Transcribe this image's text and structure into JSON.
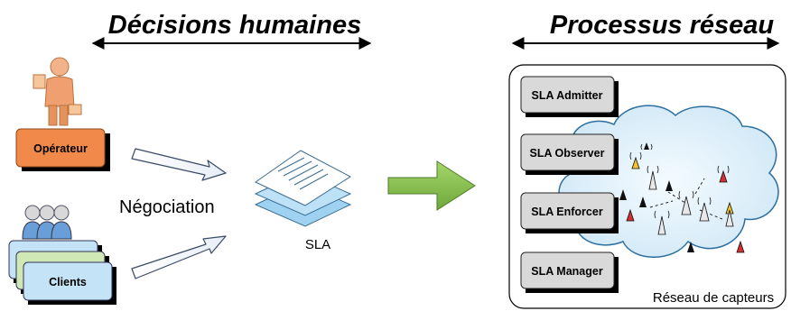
{
  "header": {
    "left_title": "Décisions humaines",
    "right_title": "Processus réseau"
  },
  "actors": {
    "operator_label": "Opérateur",
    "clients_label": "Clients",
    "negotiation_label": "Négociation",
    "sla_label": "SLA"
  },
  "network": {
    "modules": [
      {
        "label": "SLA Admitter"
      },
      {
        "label": "SLA Observer"
      },
      {
        "label": "SLA Enforcer"
      },
      {
        "label": "SLA Manager"
      }
    ],
    "cloud_label": "Réseau de capteurs"
  },
  "colors": {
    "operator_fill": "#f0894a",
    "client_blue": "#c5e3f6",
    "client_green": "#cfe8b5",
    "arrow_green": "#8bc34a",
    "module_fill": "#d9d9d9",
    "cloud_fill": "#dff0fa",
    "sensor_red": "#d32f2f",
    "sensor_yellow": "#f4c430"
  }
}
